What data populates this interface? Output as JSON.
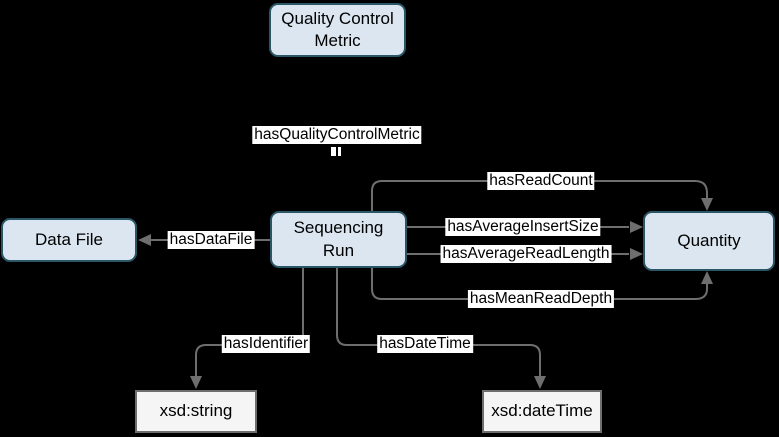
{
  "diagram": {
    "nodes": [
      {
        "id": "quality-control-metric",
        "label": "Quality Control\nMetric",
        "shape": "rounded-rect"
      },
      {
        "id": "data-file",
        "label": "Data File",
        "shape": "rounded-rect"
      },
      {
        "id": "sequencing-run",
        "label": "Sequencing\nRun",
        "shape": "rounded-rect"
      },
      {
        "id": "quantity",
        "label": "Quantity",
        "shape": "rounded-rect"
      },
      {
        "id": "xsd-string",
        "label": "xsd:string",
        "shape": "rect"
      },
      {
        "id": "xsd-datetime",
        "label": "xsd:dateTime",
        "shape": "rect"
      }
    ],
    "edges": [
      {
        "label": "hasQualityControlMetric",
        "from": "sequencing-run",
        "to": "quality-control-metric"
      },
      {
        "label": "hasDataFile",
        "from": "sequencing-run",
        "to": "data-file"
      },
      {
        "label": "hasReadCount",
        "from": "sequencing-run",
        "to": "quantity"
      },
      {
        "label": "hasAverageInsertSize",
        "from": "sequencing-run",
        "to": "quantity"
      },
      {
        "label": "hasAverageReadLength",
        "from": "sequencing-run",
        "to": "quantity"
      },
      {
        "label": "hasMeanReadDepth",
        "from": "sequencing-run",
        "to": "quantity"
      },
      {
        "label": "hasIdentifier",
        "from": "sequencing-run",
        "to": "xsd-string"
      },
      {
        "label": "hasDateTime",
        "from": "sequencing-run",
        "to": "xsd-datetime"
      }
    ],
    "colors": {
      "background": "#000000",
      "entity_fill": "#dbe6f0",
      "entity_border": "#2a5666",
      "datatype_fill": "#f5f5f5",
      "datatype_border": "#6e6e6e",
      "edge_line": "#6e6e6e",
      "hidden_edge_line": "#000000",
      "edge_label_bg": "#ffffff",
      "edge_label_text": "#000000",
      "node_text": "#000000"
    }
  }
}
